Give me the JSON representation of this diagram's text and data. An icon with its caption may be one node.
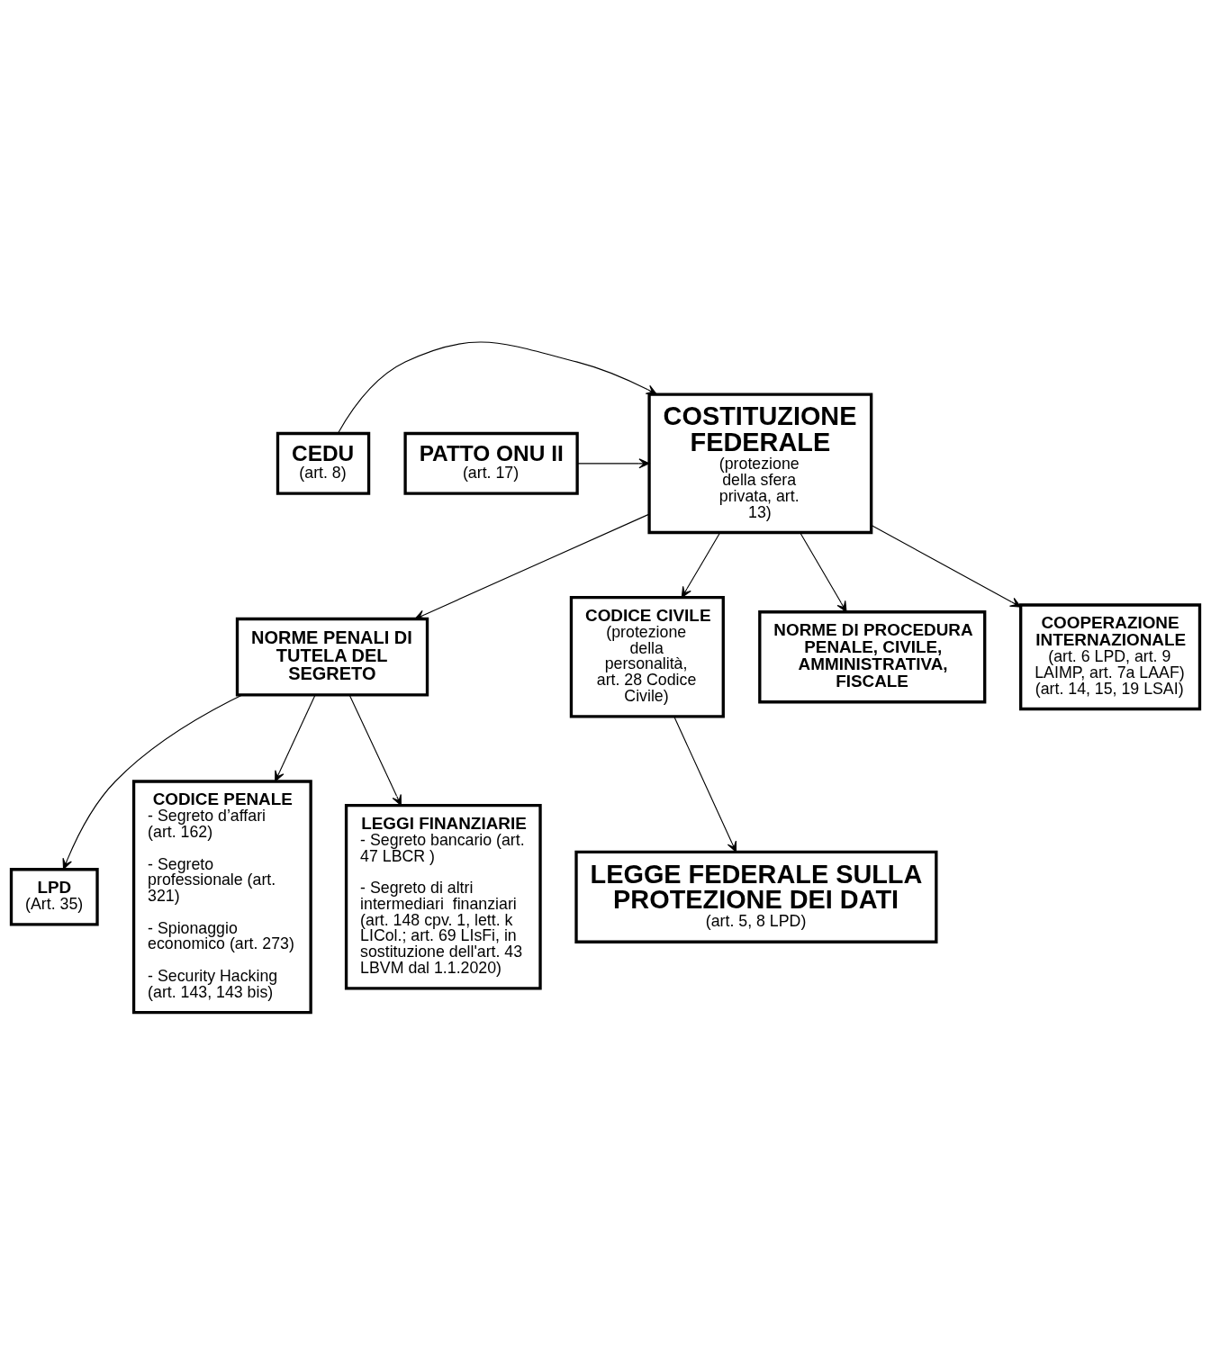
{
  "diagram": {
    "nodes": [
      {
        "text": [
          "CEDU",
          "(art. 8)"
        ]
      },
      {
        "text": [
          "COSTITUZIONE FEDERALE",
          "(protezione della sfera privata, art. 13)"
        ]
      },
      {
        "text": [
          "PATTO ONU II",
          "(art. 17)"
        ]
      },
      {
        "text": [
          "NORME PENALI DI TUTELA DEL SEGRETO"
        ]
      },
      {
        "text": [
          "CODICE CIVILE",
          "(protezione della personalità, art. 28 Codice Civile)"
        ]
      },
      {
        "text": [
          "NORME DI PROCEDURA PENALE, CIVILE, AMMINISTRATIVA, FISCALE"
        ]
      },
      {
        "text": [
          "COOPERAZIONE INTERNAZIONALE",
          "(art. 6 LPD, art. 9 LAIMP, art. 7a LAAF)",
          "(art. 14, 15, 19 LSAI)"
        ]
      },
      {
        "text": [
          "LPD",
          "(Art. 35)"
        ]
      },
      {
        "text": [
          "LEGGE FEDERALE SULLA PROTEZIONE DEI DATI",
          "(art. 5, 8 LPD)"
        ]
      },
      {
        "text": [
          "CODICE PENALE",
          "- Segreto d’affari (art. 162)",
          "- Segreto professionale (art. 321)",
          "- Spionaggio economico (art. 273)",
          "- Security Hacking (art. 143, 143 bis)"
        ]
      },
      {
        "text": [
          "LEGGI FINANZIARIE",
          "- Segreto bancario (art. 47 LBCR )",
          "- Segreto di altri intermediari  finanziari (art. 148 cpv. 1, lett. k LICol.; art. 69 LIsFi, in sostituzione dell'art. 43 LBVM dal 1.1.2020)"
        ]
      }
    ],
    "edges": [
      {
        "from": 0,
        "to": 1,
        "arrow": "to"
      },
      {
        "from": 2,
        "to": 1,
        "arrow": "to"
      },
      {
        "from": 1,
        "to": 3,
        "arrow": "to"
      },
      {
        "from": 1,
        "to": 4,
        "arrow": "to"
      },
      {
        "from": 1,
        "to": 5,
        "arrow": "to"
      },
      {
        "from": 1,
        "to": 6,
        "arrow": "to"
      },
      {
        "from": 3,
        "to": 7,
        "arrow": "to"
      },
      {
        "from": 4,
        "to": 8,
        "arrow": "to"
      },
      {
        "from": 3,
        "to": 9,
        "arrow": "to"
      },
      {
        "from": 3,
        "to": 10,
        "arrow": "to"
      }
    ]
  }
}
